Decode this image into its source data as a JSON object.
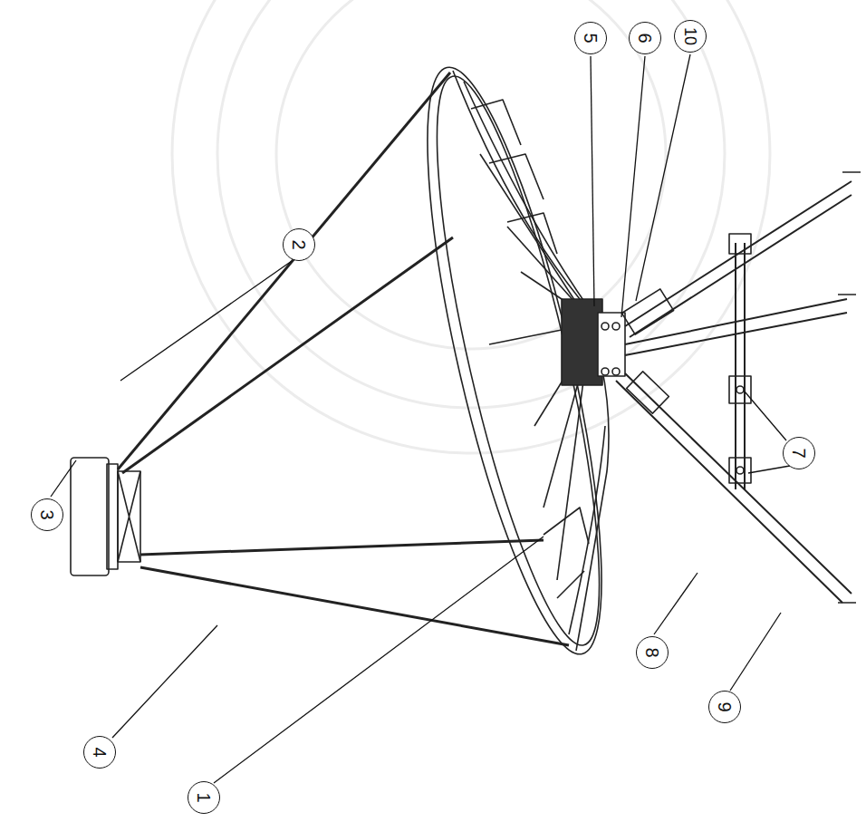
{
  "diagram": {
    "labels": [
      "2",
      "5",
      "6",
      "10",
      "3",
      "7",
      "4",
      "1",
      "8",
      "9"
    ]
  }
}
